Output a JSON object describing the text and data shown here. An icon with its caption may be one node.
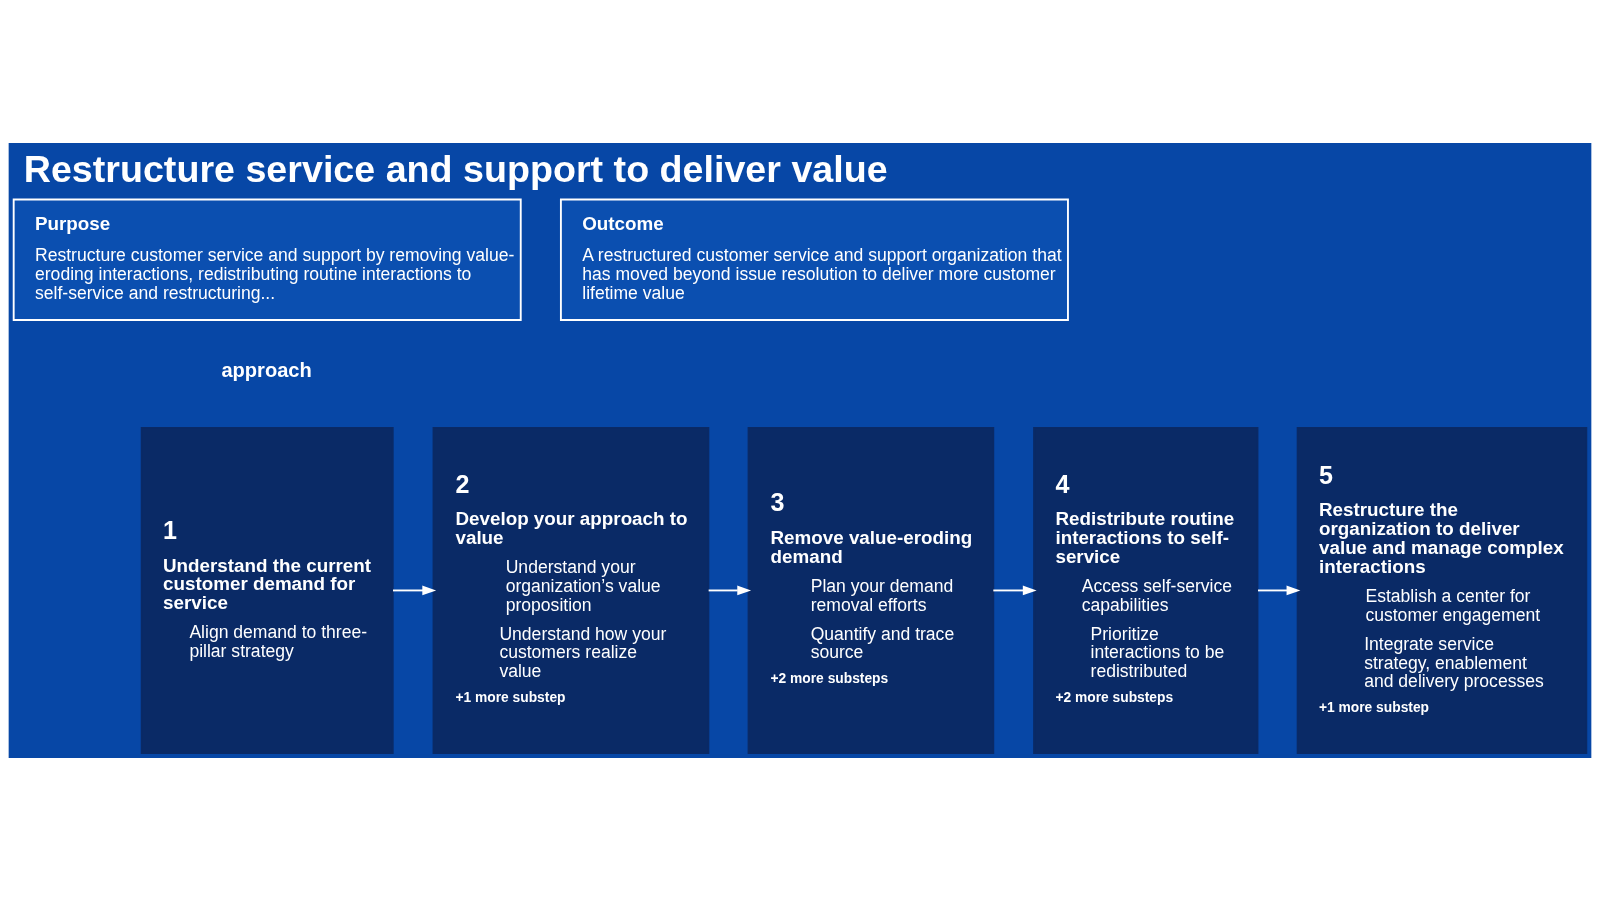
{
  "diagram": {
    "title": "Restructure service and support to deliver value",
    "nodes": [
      {
        "text": [
          "Purpose",
          "Restructure customer service and support by removing value-eroding interactions, redistributing routine interactions to self-service and restructuring..."
        ]
      },
      {
        "text": [
          "Outcome",
          "A restructured customer service and support organization that has moved beyond issue resolution to deliver more customer lifetime value"
        ]
      },
      {
        "text": [
          "1",
          "Understand the current customer demand for service",
          "Align demand to three-pillar strategy"
        ]
      },
      {
        "text": [
          "2",
          "Develop your approach to value",
          "Understand your organization’s value proposition",
          "Understand how your customers realize value",
          "+1 more substep"
        ]
      },
      {
        "text": [
          "3",
          "Remove value-eroding demand",
          "Plan your demand removal efforts",
          "Quantify and trace source",
          "+2 more substeps"
        ]
      },
      {
        "text": [
          "4",
          "Redistribute routine interactions to self-service",
          "Access self-service capabilities",
          "Prioritize interactions to be redistributed",
          "+2 more substeps"
        ]
      },
      {
        "text": [
          "5",
          "Restructure the organization to deliver value and manage complex interactions",
          "Establish a center for customer engagement",
          "Integrate service strategy, enablement and delivery processes",
          "+1 more substep"
        ]
      }
    ],
    "edges": [
      {
        "from": 2,
        "to": 3,
        "arrow": "to"
      },
      {
        "from": 3,
        "to": 4,
        "arrow": "to"
      },
      {
        "from": 4,
        "to": 5,
        "arrow": "to"
      },
      {
        "from": 5,
        "to": 6,
        "arrow": "to"
      }
    ],
    "labels": [
      "approach"
    ]
  }
}
